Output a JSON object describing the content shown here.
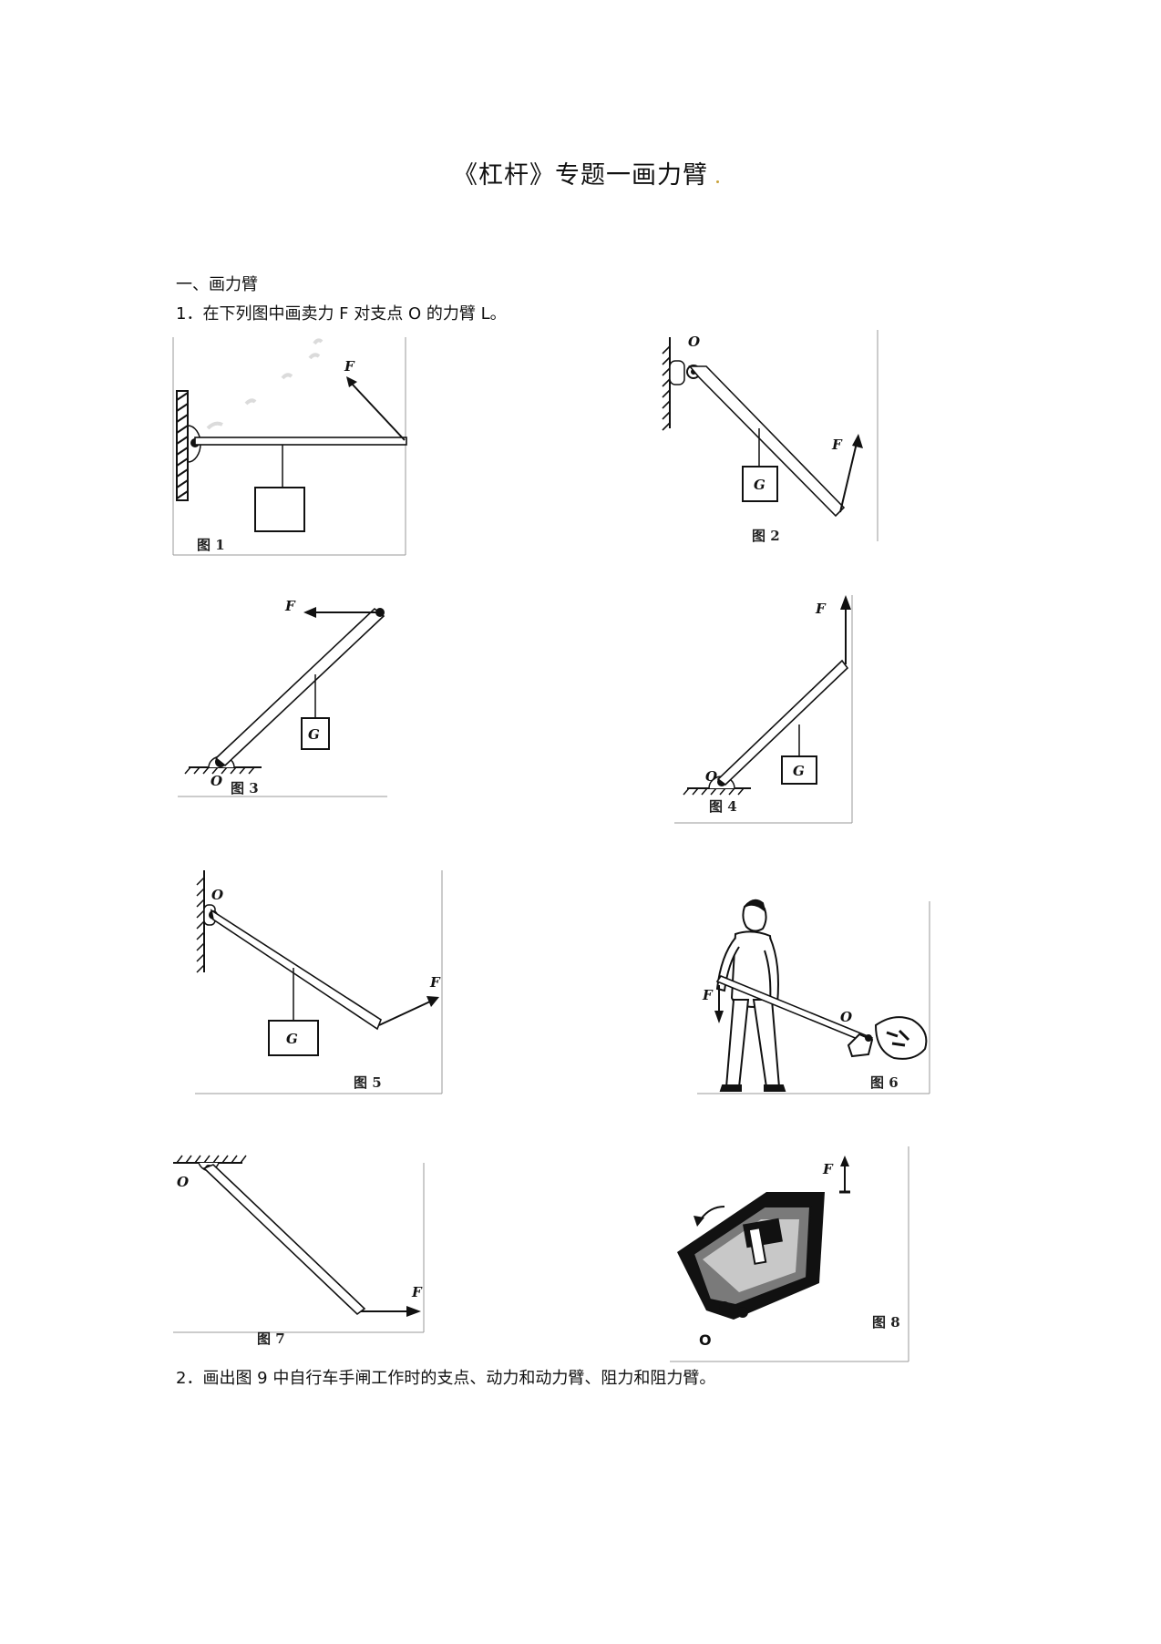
{
  "title": "《杠杆》专题一画力臂",
  "section_heading": "一、画力臂",
  "questions": [
    {
      "number": "1．",
      "text": "在下列图中画卖力 F 对支点 O 的力臂 L。"
    },
    {
      "number": "2．",
      "text": "画出图 9 中自行车手闸工作时的支点、动力和动力臂、阻力和阻力臂。"
    }
  ],
  "figures": [
    {
      "caption": "图 1",
      "force_label": "F"
    },
    {
      "caption": "图 2",
      "pivot_label": "O",
      "force_label": "F",
      "weight_label": "G"
    },
    {
      "caption": "图 3",
      "pivot_label": "O",
      "force_label": "F",
      "weight_label": "G"
    },
    {
      "caption": "图 4",
      "pivot_label": "O",
      "force_label": "F",
      "weight_label": "G"
    },
    {
      "caption": "图 5",
      "pivot_label": "O",
      "force_label": "F",
      "weight_label": "G"
    },
    {
      "caption": "图 6",
      "pivot_label": "O",
      "force_label": "F"
    },
    {
      "caption": "图 7",
      "pivot_label": "O",
      "force_label": "F"
    },
    {
      "caption": "图 8",
      "pivot_label": "O",
      "force_label": "F"
    }
  ]
}
